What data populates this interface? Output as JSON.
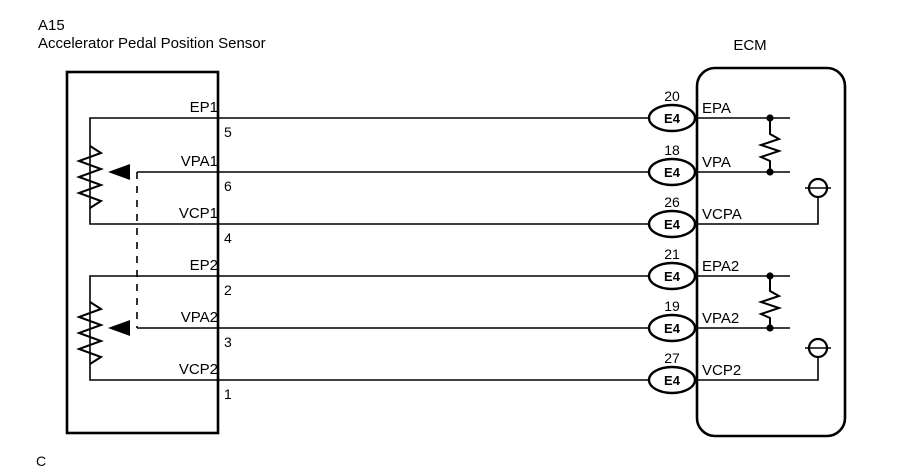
{
  "diagram": {
    "component_code": "A15",
    "component_name": "Accelerator Pedal Position Sensor",
    "ecm_label": "ECM",
    "footer_note": "C",
    "connector_code": "E4"
  },
  "sensor": {
    "circuits": [
      {
        "signal": "EP1",
        "pin": "5"
      },
      {
        "signal": "VPA1",
        "pin": "6"
      },
      {
        "signal": "VCP1",
        "pin": "4"
      },
      {
        "signal": "EP2",
        "pin": "2"
      },
      {
        "signal": "VPA2",
        "pin": "3"
      },
      {
        "signal": "VCP2",
        "pin": "1"
      }
    ]
  },
  "ecm": {
    "terminals": [
      {
        "number": "20",
        "connector": "E4",
        "name": "EPA"
      },
      {
        "number": "18",
        "connector": "E4",
        "name": "VPA"
      },
      {
        "number": "26",
        "connector": "E4",
        "name": "VCPA"
      },
      {
        "number": "21",
        "connector": "E4",
        "name": "EPA2"
      },
      {
        "number": "19",
        "connector": "E4",
        "name": "VPA2"
      },
      {
        "number": "27",
        "connector": "E4",
        "name": "VCP2"
      }
    ]
  },
  "colors": {
    "line": "#000000",
    "background": "#ffffff"
  }
}
